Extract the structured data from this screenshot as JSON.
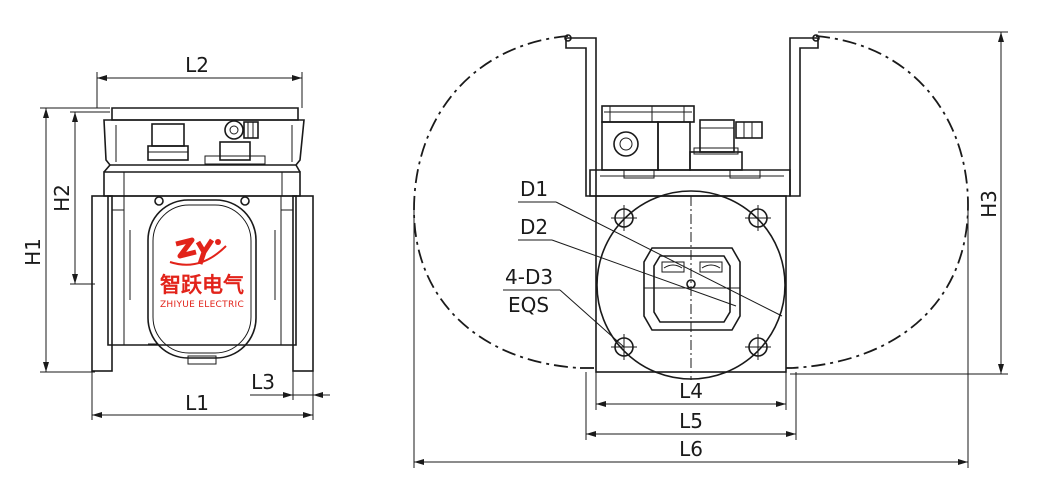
{
  "dimensions": {
    "l1": "L1",
    "l2": "L2",
    "l3": "L3",
    "h1": "H1",
    "h2": "H2",
    "h3": "H3",
    "l4": "L4",
    "l5": "L5",
    "l6": "L6",
    "d1": "D1",
    "d2": "D2",
    "d3": "4-D3",
    "eqs": "EQS"
  },
  "logo": {
    "brand_cn": "智跃电气",
    "brand_en": "ZHIYUE ELECTRIC",
    "color": "#e2231a"
  }
}
